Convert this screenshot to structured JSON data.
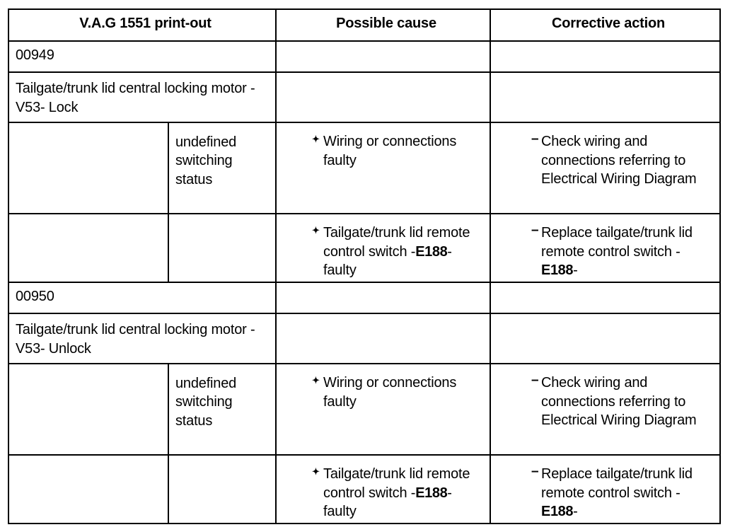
{
  "table": {
    "headers": [
      {
        "label": "V.A.G 1551 print-out",
        "colspan": 2
      },
      {
        "label": "Possible cause",
        "colspan": 1
      },
      {
        "label": "Corrective action",
        "colspan": 1
      }
    ],
    "markers": {
      "cause_bullet": "bullet-diamond-icon",
      "cause_bullet_glyph": "✦",
      "action_bullet": "bullet-dash-icon",
      "action_bullet_glyph": "–"
    },
    "sections": [
      {
        "code": "00949",
        "description": "Tailgate/trunk lid central locking motor -V53- Lock",
        "rows": [
          {
            "status": "undefined switching status",
            "cause_pre": "Wiring or connections faulty",
            "cause_code": "",
            "cause_post": "",
            "action_pre": "Check wiring and connections referring to Electrical Wiring Diagram",
            "action_code": "",
            "action_post": ""
          },
          {
            "status": "",
            "cause_pre": "Tailgate/trunk lid remote control switch -",
            "cause_code": "E188",
            "cause_post": "- faulty",
            "action_pre": "Replace tailgate/trunk lid remote control switch -",
            "action_code": "E188",
            "action_post": "-"
          }
        ]
      },
      {
        "code": "00950",
        "description": "Tailgate/trunk lid central locking motor -V53- Unlock",
        "rows": [
          {
            "status": "undefined switching status",
            "cause_pre": "Wiring or connections faulty",
            "cause_code": "",
            "cause_post": "",
            "action_pre": "Check wiring and connections referring to Electrical Wiring Diagram",
            "action_code": "",
            "action_post": ""
          },
          {
            "status": "",
            "cause_pre": "Tailgate/trunk lid remote control switch -",
            "cause_code": "E188",
            "cause_post": "- faulty",
            "action_pre": "Replace tailgate/trunk lid remote control switch -",
            "action_code": "E188",
            "action_post": "-"
          }
        ]
      }
    ]
  },
  "colors": {
    "background": "#ffffff",
    "text": "#000000",
    "border": "#000000"
  }
}
